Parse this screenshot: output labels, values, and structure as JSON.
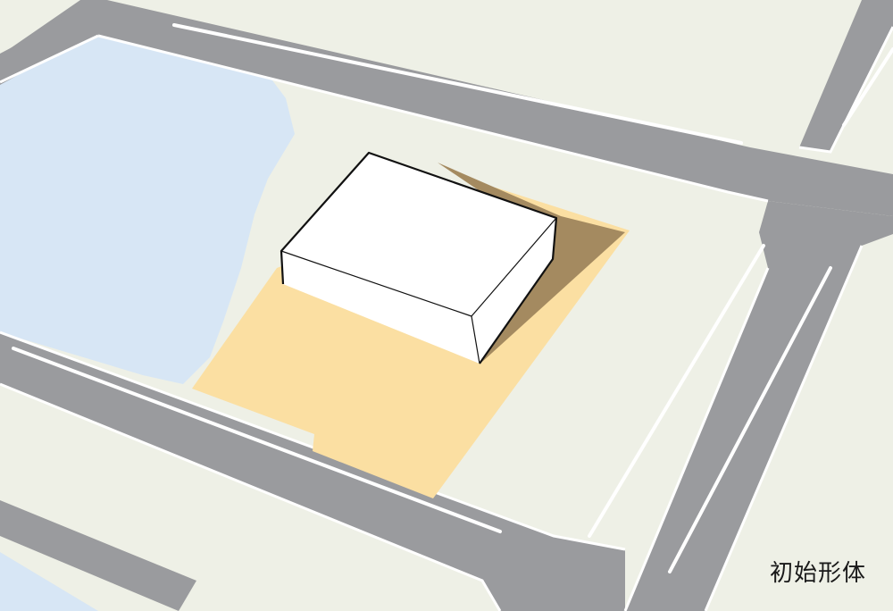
{
  "caption": "初始形体",
  "colors": {
    "ground": "#eef0e6",
    "road": "#9a9b9e",
    "road_edge": "#ffffff",
    "lane_mark": "#ffffff",
    "water": "#d7e6f5",
    "site": "#fbdfa2",
    "shadow": "#a48a60",
    "block_top": "#ffffff",
    "block_side": "#ffffff",
    "outline": "#111111"
  },
  "layers": {
    "ground": "ground",
    "water": "water-body",
    "roads": "road-network",
    "site": "building-site",
    "shadow": "building-shadow",
    "block": "initial-massing-block"
  }
}
